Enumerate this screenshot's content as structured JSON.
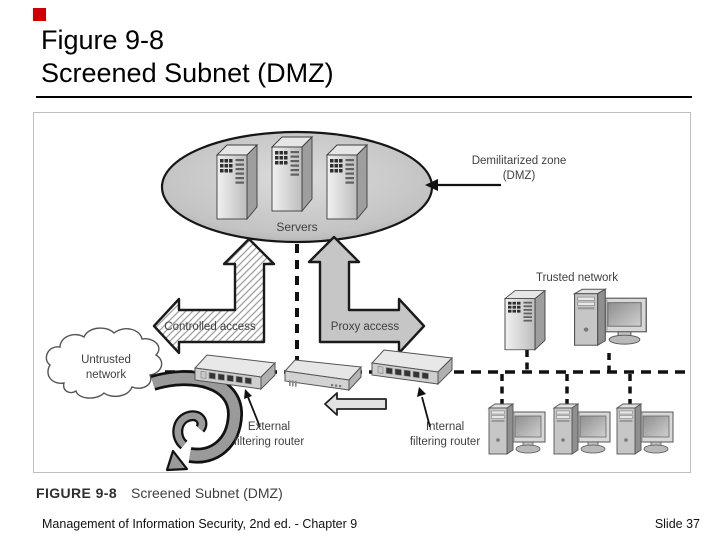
{
  "slide": {
    "title_line1": "Figure 9-8",
    "title_line2": "Screened Subnet (DMZ)",
    "footer_left": "Management of Information Security, 2nd ed. - Chapter 9",
    "footer_right": "Slide 37",
    "bullet_color": "#cc0000"
  },
  "figure": {
    "caption_label": "FIGURE 9-8",
    "caption_title": "Screened Subnet (DMZ)",
    "labels": {
      "servers": "Servers",
      "dmz_line1": "Demilitarized zone",
      "dmz_line2": "(DMZ)",
      "controlled_access": "Controlled access",
      "proxy_access": "Proxy access",
      "untrusted_line1": "Untrusted",
      "untrusted_line2": "network",
      "trusted": "Trusted network",
      "external_router_line1": "External",
      "external_router_line2": "filtering router",
      "internal_router_line1": "Internal",
      "internal_router_line2": "filtering router"
    },
    "colors": {
      "ellipse_fill": "#c9c9c9",
      "proxy_arrow_fill": "#c6c6c6",
      "hatch_line": "#9f9f9f",
      "curved_arrow_fill": "#9a9a9a",
      "dashed_line": "#111111",
      "label_text": "#3f3f3f"
    }
  }
}
